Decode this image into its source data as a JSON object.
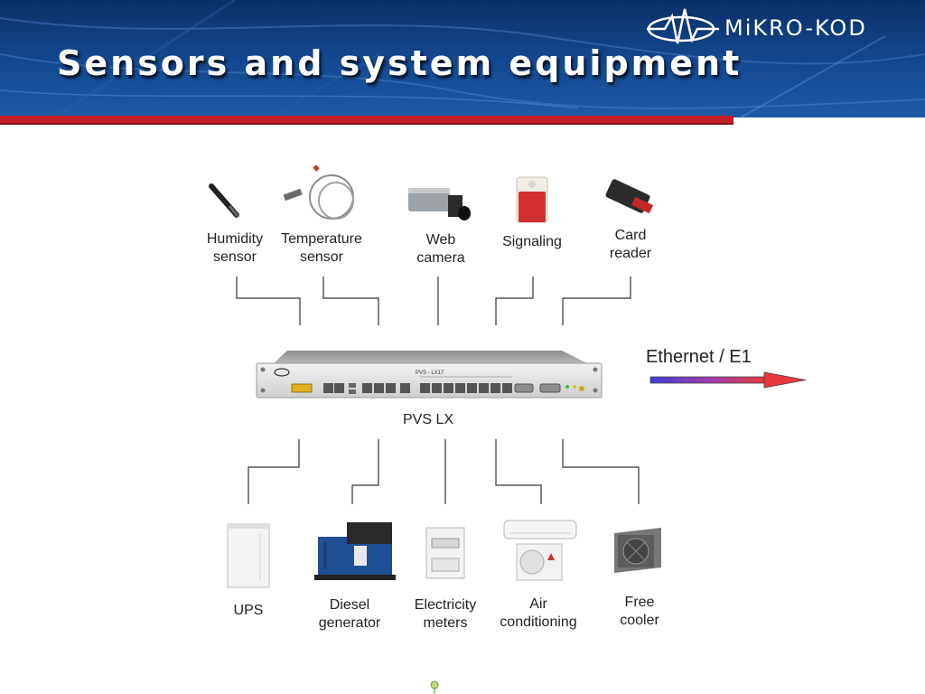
{
  "slide": {
    "title": "Sensors and system equipment",
    "logo_text": "MiKRO-KOD"
  },
  "diagram": {
    "hub": {
      "label": "PVS LX",
      "panel_text": "PVS - LX17"
    },
    "link": {
      "label": "Ethernet / E1"
    },
    "top_devices": [
      {
        "label_line1": "Humidity",
        "label_line2": "sensor"
      },
      {
        "label_line1": "Temperature",
        "label_line2": "sensor"
      },
      {
        "label_line1": "Web",
        "label_line2": "camera"
      },
      {
        "label_line1": "Signaling",
        "label_line2": ""
      },
      {
        "label_line1": "Card",
        "label_line2": "reader"
      }
    ],
    "bottom_devices": [
      {
        "label_line1": "UPS",
        "label_line2": ""
      },
      {
        "label_line1": "Diesel",
        "label_line2": "generator"
      },
      {
        "label_line1": "Electricity",
        "label_line2": "meters"
      },
      {
        "label_line1": "Air",
        "label_line2": "conditioning"
      },
      {
        "label_line1": "Free",
        "label_line2": "cooler"
      }
    ]
  },
  "colors": {
    "header_blue": "#0d3a7a",
    "header_red": "#c21f24",
    "connector": "#333333"
  }
}
